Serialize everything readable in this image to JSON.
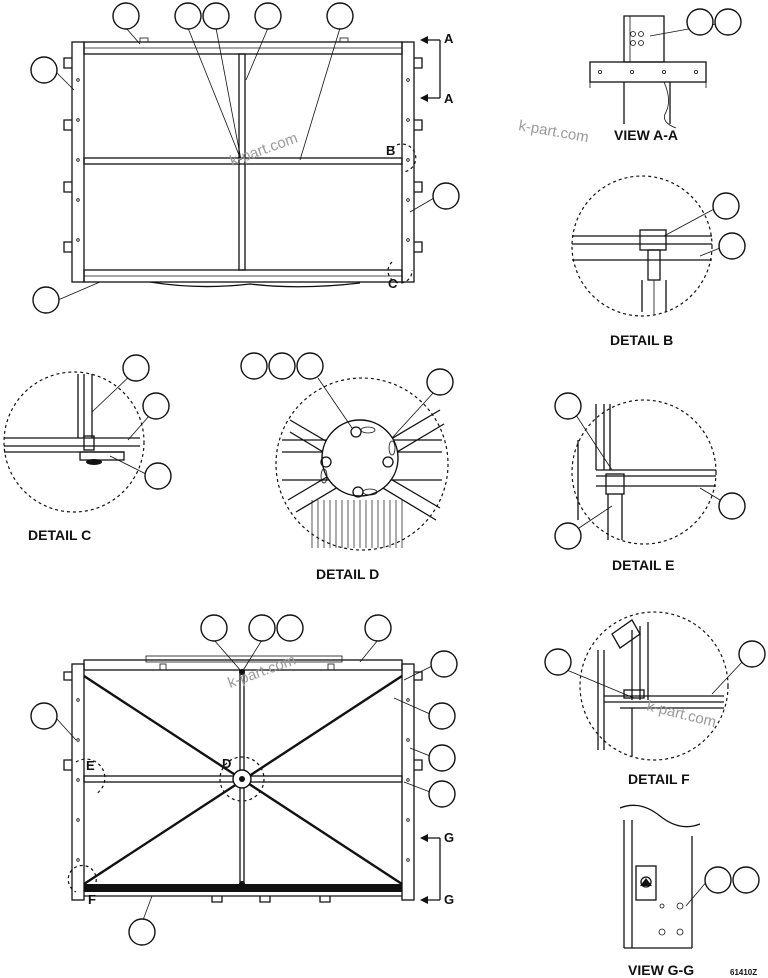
{
  "titles": {
    "view_aa": "VIEW A-A",
    "detail_b": "DETAIL B",
    "detail_c": "DETAIL C",
    "detail_d": "DETAIL D",
    "detail_e": "DETAIL E",
    "detail_f": "DETAIL F",
    "view_gg": "VIEW G-G"
  },
  "section_letters": {
    "a_top": "A",
    "a_bottom": "A",
    "b": "B",
    "c": "C",
    "d": "D",
    "e": "E",
    "f": "F",
    "g_top": "G",
    "g_bottom": "G"
  },
  "watermark": "k-part.com",
  "figure_number": "61410Z"
}
